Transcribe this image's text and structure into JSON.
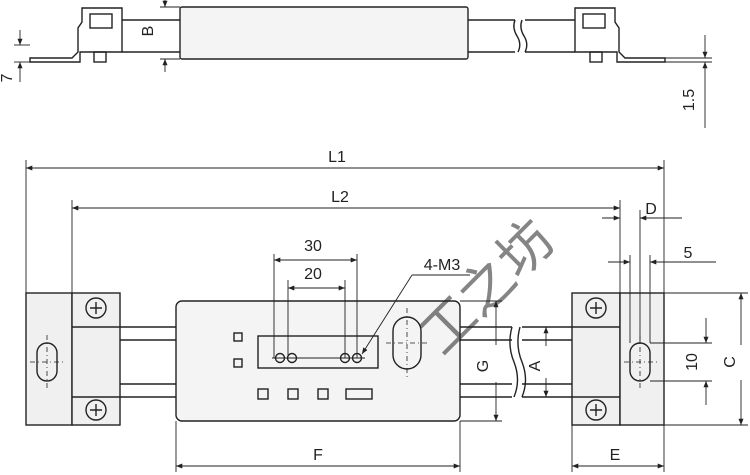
{
  "dimensions": {
    "L1": "L1",
    "L2": "L2",
    "D": "D",
    "five": "5",
    "thirty": "30",
    "twenty": "20",
    "thread_holes": "4-M3",
    "A": "A",
    "G": "G",
    "C": "C",
    "ten": "10",
    "F": "F",
    "E": "E",
    "B": "B",
    "seven": "7",
    "one_point_five": "1.5"
  },
  "watermark": "工之坊",
  "colors": {
    "line": "#222222",
    "watermark": "#5a78b0"
  }
}
